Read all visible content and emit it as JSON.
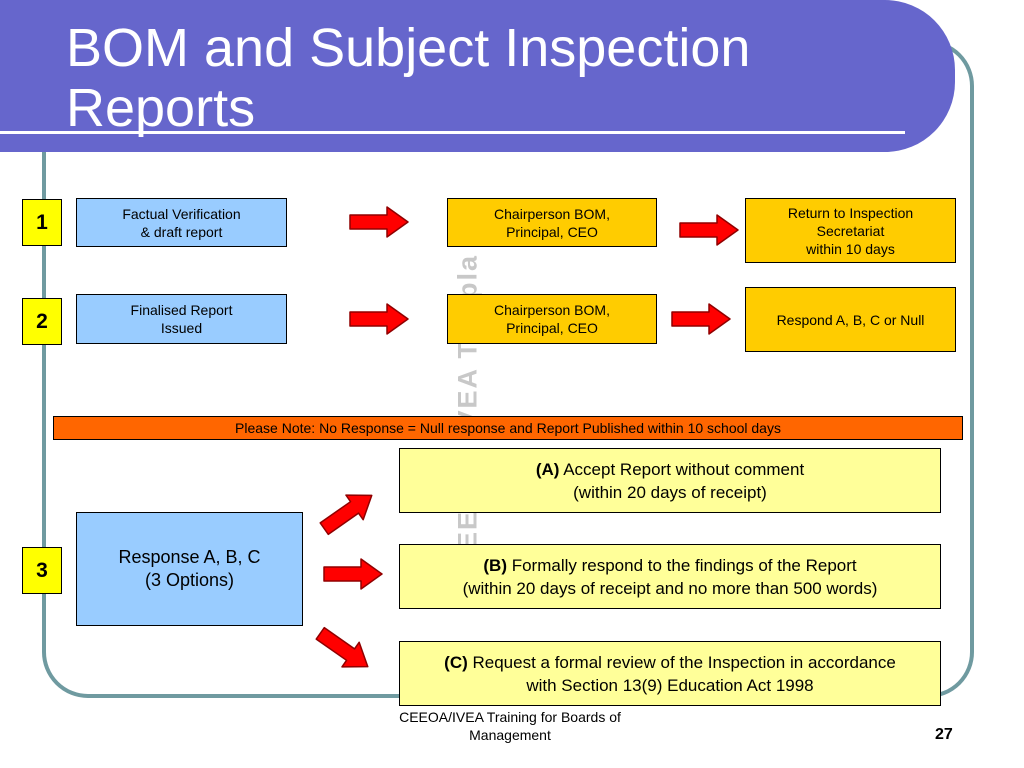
{
  "title": "BOM and Subject Inspection\nReports",
  "watermark": "EEOA / IVEA Templa",
  "row1": {
    "number": "1",
    "step1": "Factual Verification\n& draft report",
    "step2": "Chairperson BOM,\nPrincipal, CEO",
    "step3": "Return to Inspection\nSecretariat\nwithin 10 days"
  },
  "row2": {
    "number": "2",
    "step1": "Finalised Report\nIssued",
    "step2": "Chairperson BOM,\nPrincipal, CEO",
    "step3": "Respond A, B, C or Null"
  },
  "note": "Please Note: No Response = Null response and Report Published within 10 school days",
  "row3": {
    "number": "3",
    "source": "Response A, B, C\n(3 Options)",
    "options": [
      {
        "label": "(A)",
        "text": " Accept Report without comment\n(within 20 days of receipt)"
      },
      {
        "label": "(B)",
        "text": " Formally respond to the findings of the Report\n(within 20 days of receipt and no more than 500 words)"
      },
      {
        "label": "(C)",
        "text": " Request a formal review of the Inspection in accordance\nwith Section 13(9) Education Act 1998"
      }
    ]
  },
  "footer": {
    "text": "CEEOA/IVEA Training for Boards of\nManagement",
    "page_number": "27"
  },
  "colors": {
    "title_bar": "#6666cc",
    "frame": "#6f9aa0",
    "blue_box": "#99ccff",
    "orange_box": "#ffcc00",
    "yellow_box": "#ffff99",
    "badge": "#ffff00",
    "note_bar": "#ff6600",
    "arrow": "#ff0000"
  }
}
